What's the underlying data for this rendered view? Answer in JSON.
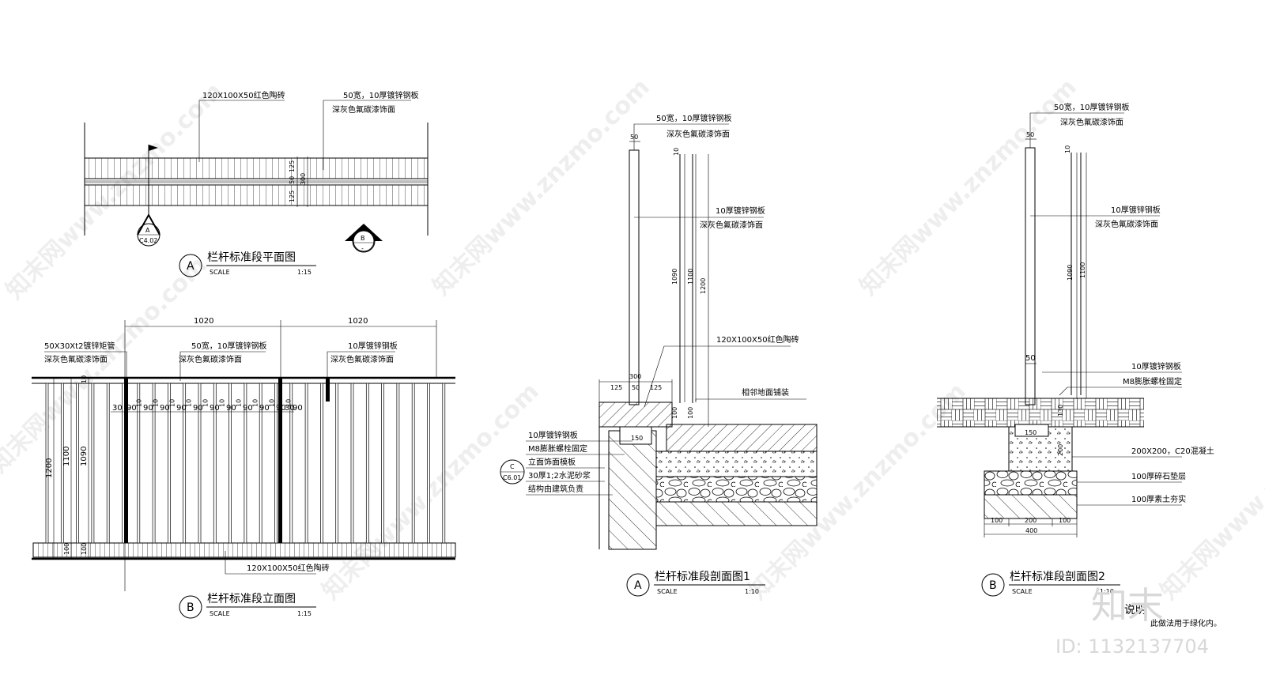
{
  "watermarks": {
    "site": "知末网www.znzmo.com",
    "brand": "知末",
    "id": "ID: 1132137704"
  },
  "plan": {
    "label_brick": "120X100X50红色陶砖",
    "label_plate_1": "50宽，10厚镀锌钢板",
    "label_plate_2": "深灰色氟碳漆饰面",
    "dims": [
      "125",
      "50",
      "125",
      "300"
    ],
    "marker_a_top": "A",
    "marker_a_bottom": "C4.02",
    "marker_b_top": "B",
    "marker_b_bottom": "-",
    "title_letter": "A",
    "title": "栏杆标准段平面图",
    "scale_label": "SCALE",
    "scale": "1:15"
  },
  "elevation": {
    "dim_1020_a": "1020",
    "dim_1020_b": "1020",
    "label_tube_1": "50X30Xt2镀锌矩管",
    "label_tube_2": "深灰色氟碳漆饰面",
    "label_plate_1": "50宽，10厚镀锌钢板",
    "label_plate_2": "深灰色氟碳漆饰面",
    "label_plate10_1": "10厚镀锌钢板",
    "label_plate10_2": "深灰色氟碳漆饰面",
    "dim_30_left": "30",
    "dim_30_right": "30",
    "spacing": [
      "90",
      "10",
      "90",
      "10",
      "90",
      "10",
      "90",
      "10",
      "90",
      "10",
      "90",
      "10",
      "90",
      "10",
      "90",
      "10",
      "90",
      "10",
      "90",
      "10",
      "90"
    ],
    "dim_10_top": "10",
    "dim_1200": "1200",
    "dim_1100": "1100",
    "dim_1090": "1090",
    "dim_100a": "100",
    "dim_100b": "100",
    "label_brick": "120X100X50红色陶砖",
    "title_letter": "B",
    "title": "栏杆标准段立面图",
    "scale_label": "SCALE",
    "scale": "1:15"
  },
  "section1": {
    "label_plate_1": "50宽，10厚镀锌钢板",
    "label_plate_2": "深灰色氟碳漆饰面",
    "dim_50": "50",
    "dim_10": "10",
    "label_steel_1": "10厚镀锌钢板",
    "label_steel_2": "深灰色氟碳漆饰面",
    "dim_1090": "1090",
    "dim_1100": "1100",
    "dim_1200": "1200",
    "label_brick": "120X100X50红色陶砖",
    "dim_300": "300",
    "dim_125a": "125",
    "dim_50b": "50",
    "dim_125b": "125",
    "label_paving": "相邻地面铺装",
    "dim_100a": "100",
    "dim_100b": "100",
    "dim_150": "150",
    "label_l1": "10厚镀锌钢板",
    "label_l2": "M8膨胀螺栓固定",
    "label_l3": "立面饰面模板",
    "label_l4": "30厚1;2水泥砂浆",
    "label_l5": "结构由建筑负责",
    "marker_top": "C",
    "marker_bottom": "C6.01",
    "title_letter": "A",
    "title": "栏杆标准段剖面图1",
    "scale_label": "SCALE",
    "scale": "1:10"
  },
  "section2": {
    "label_plate_1": "50宽，10厚镀锌钢板",
    "label_plate_2": "深灰色氟碳漆饰面",
    "dim_50": "50",
    "dim_10": "10",
    "label_steel_1": "10厚镀锌钢板",
    "label_steel_2": "深灰色氟碳漆饰面",
    "dim_1090": "1090",
    "dim_1100": "1100",
    "dim_50b": "50",
    "label_r1": "10厚镀锌钢板",
    "label_r2": "M8膨胀螺栓固定",
    "dim_130": "130",
    "dim_150": "150",
    "dim_200v": "200",
    "label_r3": "200X200，C20混凝土",
    "label_r4": "100厚碎石垫层",
    "label_r5": "100厚素土夯实",
    "dim_100a": "100",
    "dim_200": "200",
    "dim_100b": "100",
    "dim_400": "400",
    "title_letter": "B",
    "title": "栏杆标准段剖面图2",
    "scale_label": "SCALE",
    "scale": "1:10",
    "note_title": "说明",
    "note_text": "此做法用于绿化内。"
  }
}
